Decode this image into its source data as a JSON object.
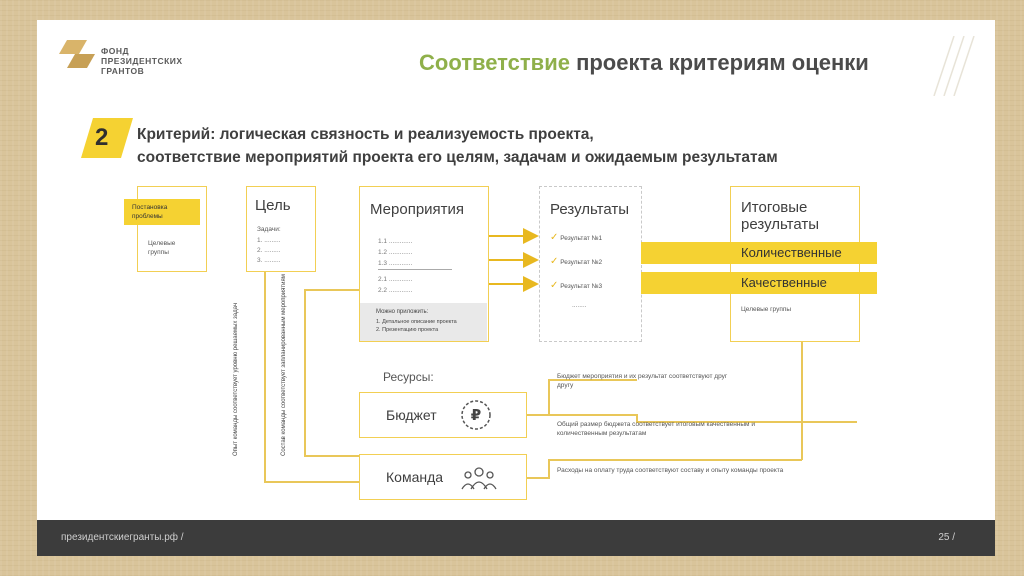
{
  "header": {
    "logo_lines": [
      "ФОНД",
      "ПРЕЗИДЕНТСКИХ",
      "ГРАНТОВ"
    ],
    "title_accent": "Соответствие",
    "title_rest": " проекта критериям оценки"
  },
  "criterion": {
    "number": "2",
    "line1": "Критерий: логическая связность и реализуемость проекта,",
    "line2": "соответствие мероприятий проекта его целям, задачам и ожидаемым результатам"
  },
  "problem": {
    "tag": "Постановка проблемы",
    "text": "Целевые группы"
  },
  "goal": {
    "title": "Цель",
    "tasks_label": "Задачи:",
    "tasks": [
      "1. .........",
      "2. .........",
      "3. ........."
    ]
  },
  "activities": {
    "title": "Мероприятия",
    "items": [
      "1.1 .............",
      "1.2 .............",
      "1.3 .............",
      "2.1 .............",
      "2.2 ............."
    ],
    "attach_label": "Можно приложить:",
    "attach_items": [
      "1. Детальное описание проекта",
      "2. Презентацию проекта"
    ]
  },
  "results": {
    "title": "Результаты",
    "items": [
      "Результат №1",
      "Результат №2",
      "Результат №3"
    ],
    "ellipsis": "........"
  },
  "final": {
    "title": "Итоговые результаты",
    "quantitative": "Количественные",
    "qualitative": "Качественные",
    "target": "Целевые группы"
  },
  "resources": {
    "label": "Ресурсы:",
    "budget": "Бюджет",
    "team": "Команда"
  },
  "vertical_notes": {
    "team_experience": "Опыт команды соответствует уровню решаемых задач",
    "team_composition": "Состав команды соответствует запланированным мероприятиям"
  },
  "notes": {
    "n1": "Бюджет мероприятия и их результат соответствуют друг другу",
    "n2": "Общий размер бюджета соответствует итоговым качественным и количественным результатам",
    "n3": "Расходы на оплату труда соответствуют составу и опыту команды проекта"
  },
  "footer": {
    "url": "президентскиегранты.рф /",
    "page": "25 /"
  },
  "colors": {
    "accent_yellow": "#f5d232",
    "title_green": "#8fb04a",
    "footer_bg": "#3c3c3c"
  }
}
